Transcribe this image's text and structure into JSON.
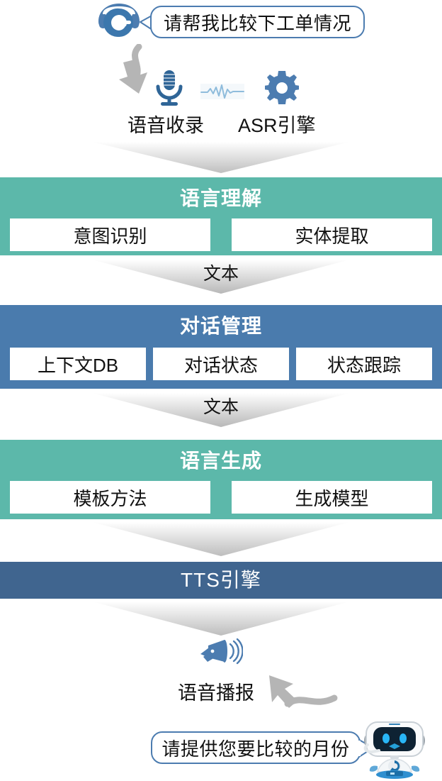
{
  "colors": {
    "green": "#5CB8AA",
    "blue": "#4A7BAD",
    "tts_blue": "#40658F",
    "bubble_border": "#4C7CB0",
    "arrow_gray": "#B3B3B3",
    "icon_blue_dark": "#2F6597",
    "icon_blue": "#4C7CB0",
    "icon_blue_light": "#8FBCDC",
    "robot_eye": "#29B6F6"
  },
  "top": {
    "user_bubble": "请帮我比较下工单情况",
    "headset_icon": "headset-avatar-icon",
    "curve_arrow_icon": "curved-arrow-down-icon"
  },
  "input_stage": {
    "items": [
      {
        "icon": "microphone-icon",
        "label": "语音收录"
      },
      {
        "icon": "waveform-icon",
        "label": ""
      },
      {
        "icon": "gear-icon",
        "label": "ASR引擎"
      }
    ],
    "capture_label": "语音收录",
    "asr_label": "ASR引擎"
  },
  "connectors": {
    "c1": "",
    "c2": "文本",
    "c3": "文本",
    "c4": "",
    "c5": ""
  },
  "bands": [
    {
      "id": "nlu",
      "title": "语言理解",
      "color": "#5CB8AA",
      "cells": [
        "意图识别",
        "实体提取"
      ]
    },
    {
      "id": "dm",
      "title": "对话管理",
      "color": "#4A7BAD",
      "cells": [
        "上下文DB",
        "对话状态",
        "状态跟踪"
      ]
    },
    {
      "id": "nlg",
      "title": "语言生成",
      "color": "#5CB8AA",
      "cells": [
        "模板方法",
        "生成模型"
      ]
    },
    {
      "id": "tts",
      "title": "TTS引擎",
      "color": "#40658F",
      "cells": []
    }
  ],
  "output_stage": {
    "speaker_icon": "megaphone-icon",
    "broadcast_label": "语音播报",
    "curve_arrow_icon": "curved-arrow-up-left-icon"
  },
  "bottom": {
    "bot_bubble": "请提供您要比较的月份",
    "robot_icon": "robot-assistant-icon"
  }
}
